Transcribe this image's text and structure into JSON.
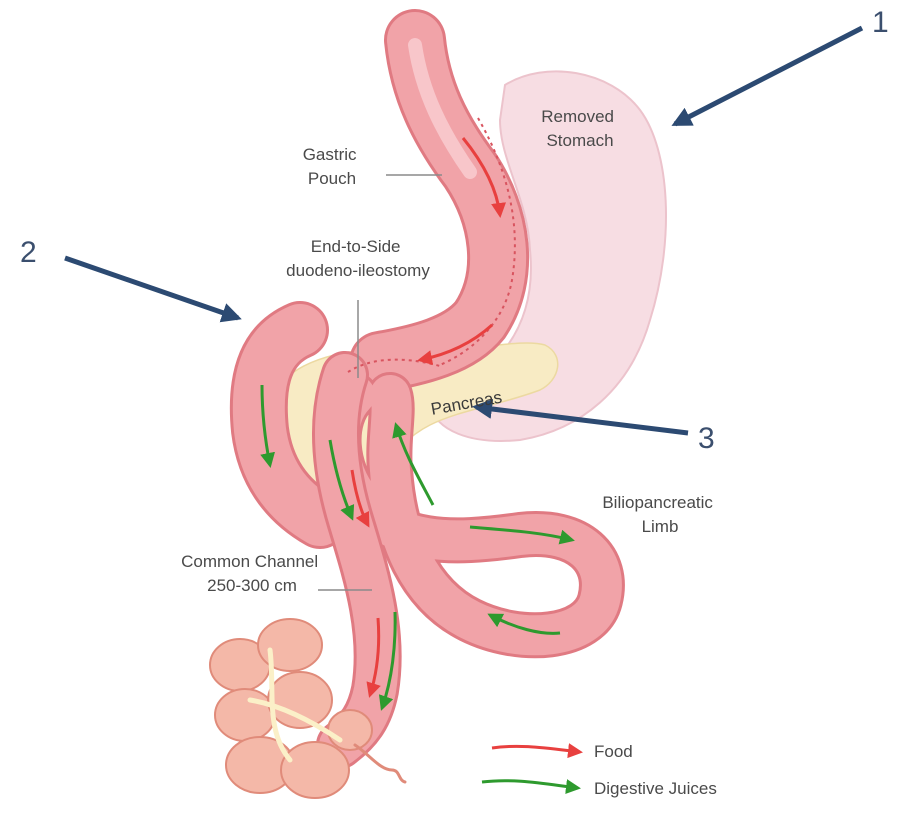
{
  "labels": {
    "removed_stomach": [
      "Removed",
      "Stomach"
    ],
    "gastric_pouch": [
      "Gastric",
      "Pouch"
    ],
    "anastomosis": [
      "End-to-Side",
      "duodeno-ileostomy"
    ],
    "pancreas": "Pancreas",
    "biliopancreatic_limb": [
      "Biliopancreatic",
      "Limb"
    ],
    "common_channel": [
      "Common Channel",
      "250-300 cm"
    ]
  },
  "callouts": [
    "1",
    "2",
    "3"
  ],
  "legend": {
    "food": "Food",
    "digestive_juices": "Digestive Juices"
  },
  "colors": {
    "bowel": "#f1a3a8",
    "bowel_edge": "#e07a82",
    "stomach": "#f7dde3",
    "pancreas": "#f8ebc4",
    "food_arrow": "#e8403f",
    "juice_arrow": "#2e9a2e",
    "callout_arrow": "#2c4a72"
  }
}
